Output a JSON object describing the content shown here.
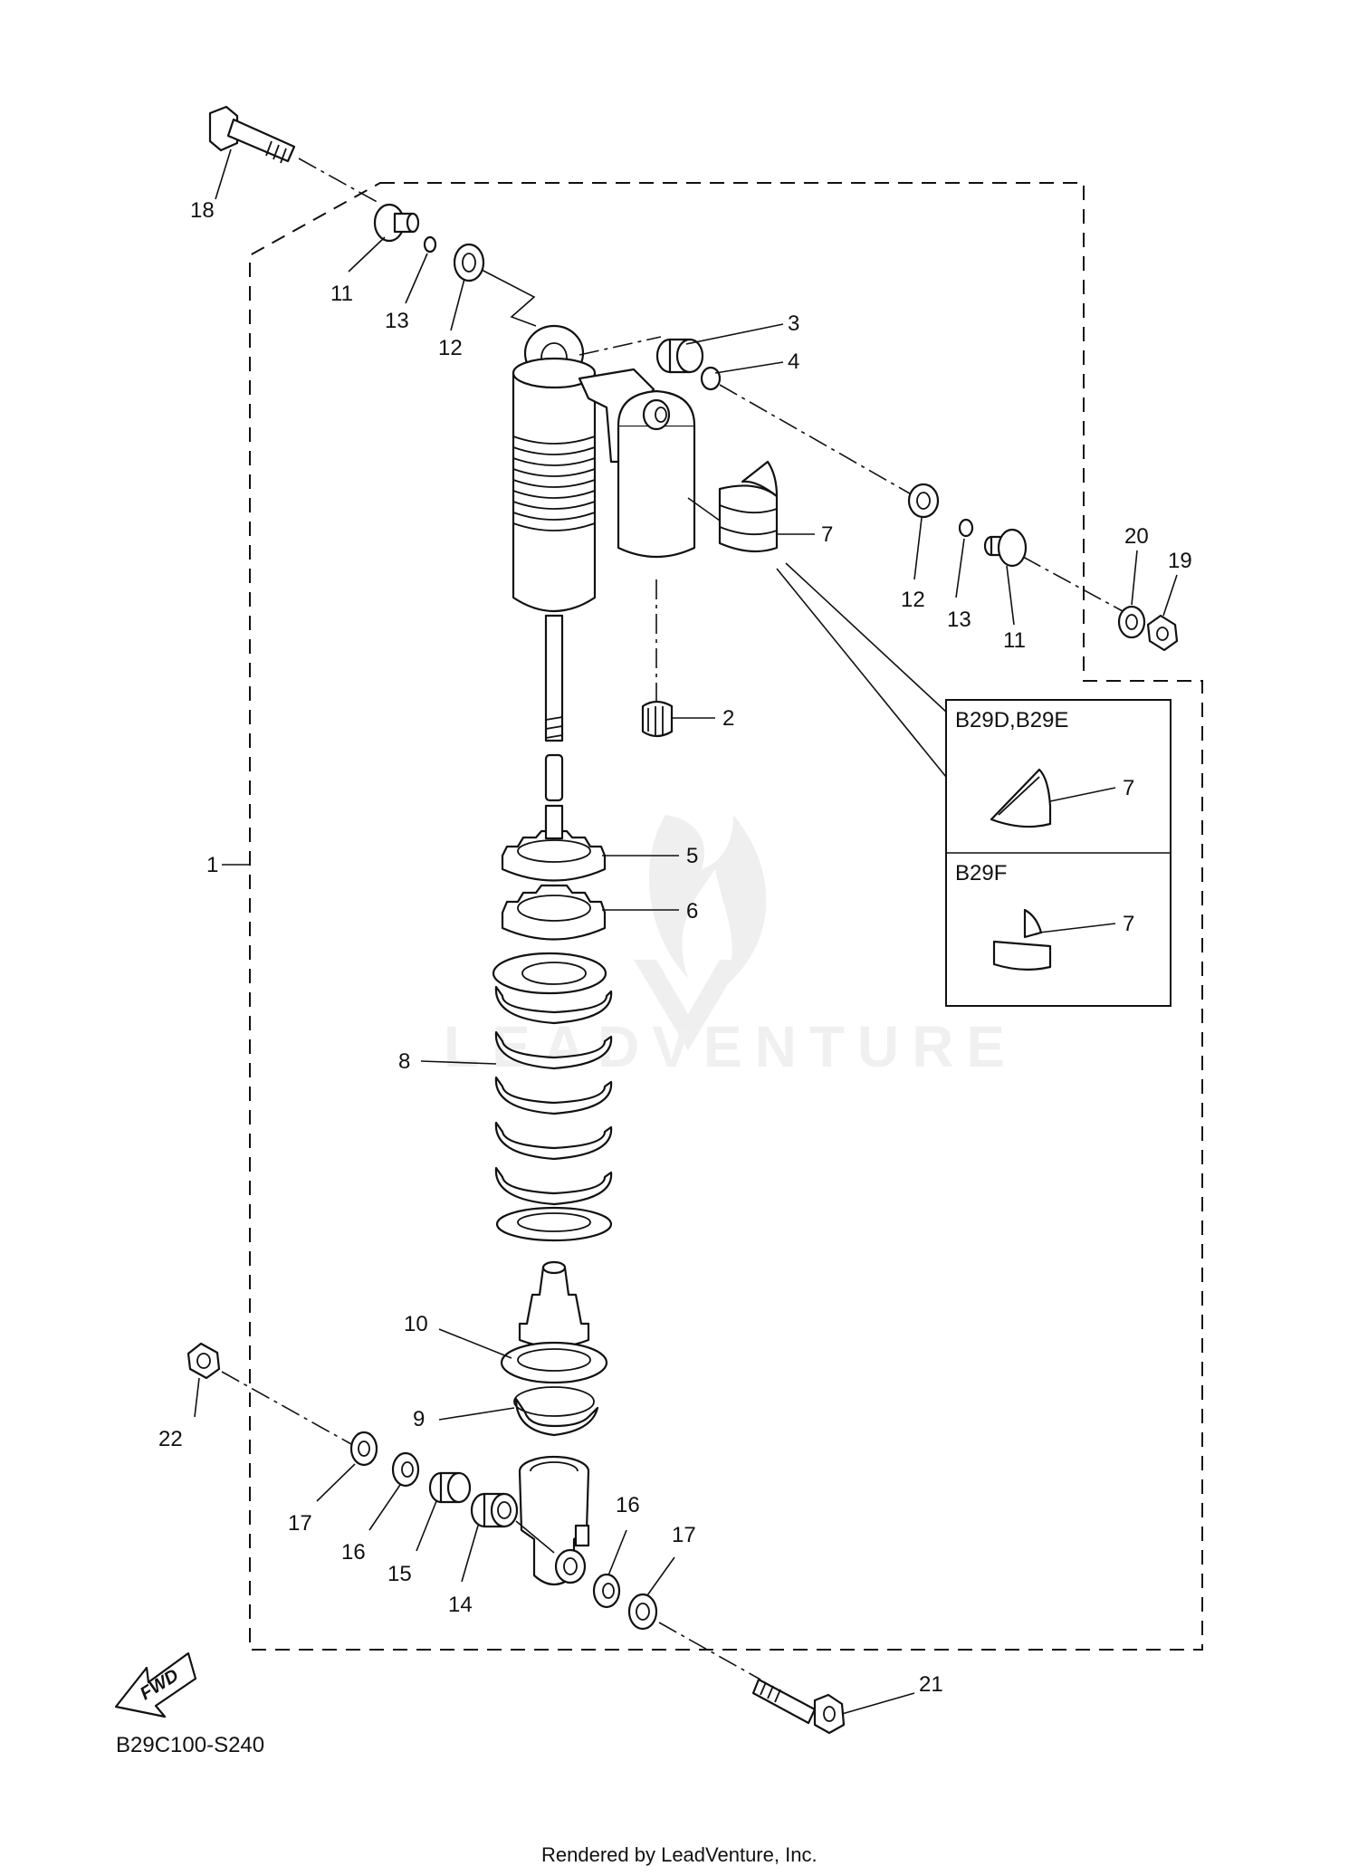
{
  "diagram": {
    "code": "B29C100-S240",
    "footer": "Rendered by LeadVenture, Inc.",
    "watermark": "LEADVENTURE",
    "fwd_label": "FWD",
    "callouts": {
      "c1": "1",
      "c2": "2",
      "c3": "3",
      "c4": "4",
      "c5": "5",
      "c6": "6",
      "c7": "7",
      "c7b": "7",
      "c7c": "7",
      "c8": "8",
      "c9": "9",
      "c10": "10",
      "c11a": "11",
      "c11b": "11",
      "c12a": "12",
      "c12b": "12",
      "c13a": "13",
      "c13b": "13",
      "c14": "14",
      "c15": "15",
      "c16a": "16",
      "c16b": "16",
      "c17a": "17",
      "c17b": "17",
      "c18": "18",
      "c19": "19",
      "c20": "20",
      "c21": "21",
      "c22": "22"
    },
    "variants": {
      "a_label": "B29D,B29E",
      "b_label": "B29F"
    }
  }
}
